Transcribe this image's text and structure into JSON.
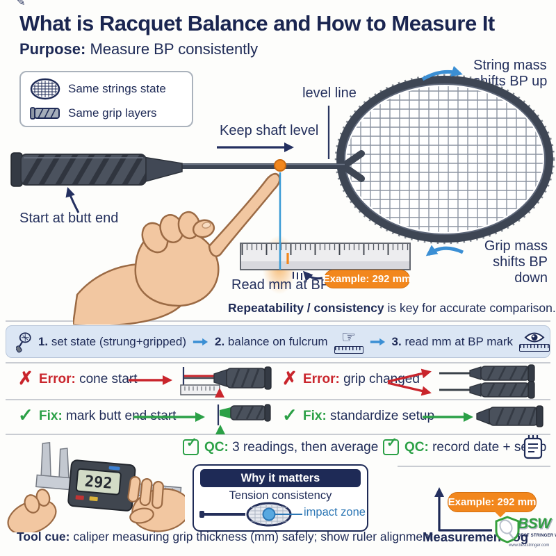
{
  "header": {
    "title": "What is Racquet Balance and How to Measure It",
    "purpose_label": "Purpose:",
    "purpose_text": " Measure BP consistently"
  },
  "legend": {
    "strings_label": "Same strings state",
    "grip_label": "Same grip layers"
  },
  "racquet_diagram": {
    "string_mass_line1": "String mass",
    "string_mass_line2": "shifts BP up",
    "level_line_label": "level line",
    "keep_shaft_label": "Keep shaft level",
    "start_butt_label": "Start at butt end",
    "grip_mass_line1": "Grip mass",
    "grip_mass_line2": "shifts BP down",
    "read_mm_label": "Read mm at BP",
    "example_badge": "Example: 292 mm",
    "repeatability_bold": "Repeatability / consistency",
    "repeatability_rest": " is key for accurate comparison."
  },
  "steps": {
    "items": [
      {
        "num": "1.",
        "text": " set state (strung+gripped)",
        "icon": "racquet-icon"
      },
      {
        "num": "2.",
        "text": " balance on fulcrum",
        "icon": "pointing-hand-icon"
      },
      {
        "num": "3.",
        "text": " read mm at BP mark",
        "icon": "eye-icon"
      }
    ],
    "pointing_hand_glyph": "☞"
  },
  "issues": {
    "errors": [
      {
        "label": "Error:",
        "text": " cone start"
      },
      {
        "label": "Error:",
        "text": " grip changed"
      }
    ],
    "fixes": [
      {
        "label": "Fix:",
        "text": " mark butt end start"
      },
      {
        "label": "Fix:",
        "text": " standardize setup"
      }
    ],
    "qc": [
      {
        "label": "QC:",
        "text": " 3 readings, then average"
      },
      {
        "label": "QC:",
        "text": " record date + setup"
      }
    ]
  },
  "why_box": {
    "header": "Why it matters",
    "line": "Tension consistency",
    "impact_label": "impact zone"
  },
  "caliper": {
    "display": "292"
  },
  "measurement": {
    "example_badge": "Example: 292 mm",
    "label": "Measurement/log"
  },
  "footer": {
    "tool_cue_label": "Tool cue:",
    "tool_cue_text": " caliper measuring grip thickness (mm) safely; show ruler alignment"
  },
  "logo": {
    "name": "BSW",
    "tagline": "BEST STRINGER WORLDWIDE",
    "url": "www.beststringer.com"
  },
  "colors": {
    "navy": "#1e2a56",
    "blue_arrow": "#3b8fd4",
    "orange": "#f2871d",
    "red": "#c9252c",
    "green": "#2ba046",
    "steps_bg": "#dbe6f4"
  }
}
